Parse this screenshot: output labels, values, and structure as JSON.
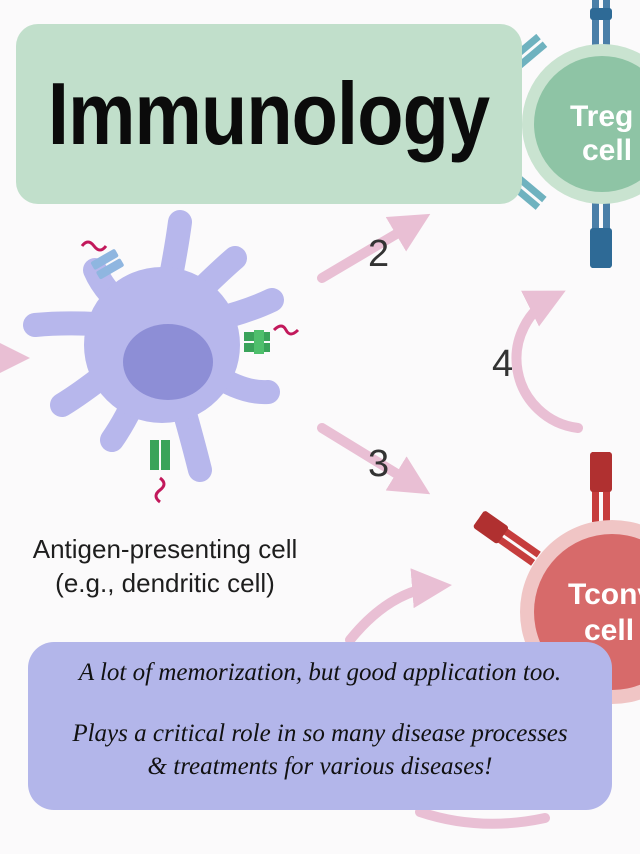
{
  "title": "Immunology",
  "cells": {
    "treg": [
      "Treg",
      "cell"
    ],
    "tconv": [
      "Tconv",
      "cell"
    ],
    "apc": [
      "Antigen-presenting cell",
      "(e.g., dendritic cell)"
    ]
  },
  "arrow_labels": {
    "a2": "2",
    "a3": "3",
    "a4": "4"
  },
  "note": {
    "line1": "A lot of memorization, but good application too.",
    "line2": "Plays a critical role in so many disease processes",
    "line3": "& treatments for various diseases!"
  },
  "colors": {
    "title_bg": "#c1dfcb",
    "note_bg": "#b3b6ea",
    "treg": "#8ec4a5",
    "tconv": "#d76a6a",
    "apc": "#b7b7ec",
    "arrow": "#e9bfd4"
  }
}
